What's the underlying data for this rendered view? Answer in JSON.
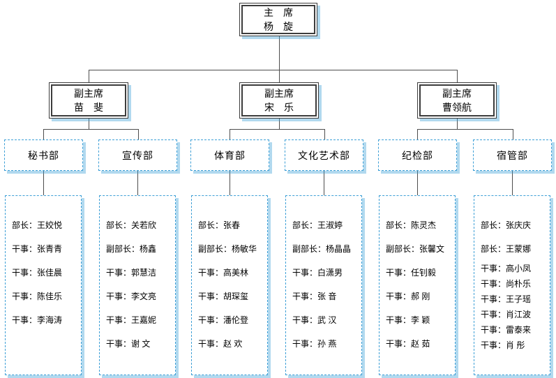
{
  "org": {
    "chairman": {
      "title": "主　席",
      "name": "杨　旋"
    },
    "vices": [
      {
        "title": "副主席",
        "name": "苗　斐"
      },
      {
        "title": "副主席",
        "name": "宋　乐"
      },
      {
        "title": "副主席",
        "name": "曹领航"
      }
    ],
    "departments": [
      {
        "name": "秘书部",
        "members": [
          "部长：王姣悦",
          "干事：张青青",
          "干事：张佳晨",
          "干事：陈佳乐",
          "干事：李海涛"
        ]
      },
      {
        "name": "宣传部",
        "members": [
          "部长：关若欣",
          "副部长：杨鑫",
          "干事：郭慧洁",
          "干事：李文亮",
          "干事：王嘉妮",
          "干事：谢 文"
        ]
      },
      {
        "name": "体育部",
        "members": [
          "部长：张春",
          "副部长：杨敏华",
          "干事：高美林",
          "干事：胡琛玺",
          "干事：潘伦登",
          "干事：赵 欢"
        ]
      },
      {
        "name": "文化艺术部",
        "members": [
          "部长：王淑婷",
          "副部长：杨晶晶",
          "干事：白潇男",
          "干事：张 音",
          "干事：武 汉",
          "干事：孙 燕"
        ]
      },
      {
        "name": "纪检部",
        "members": [
          "部长：陈灵杰",
          "副部长：张馨文",
          "干事：任钊毅",
          "干事：郝 刚",
          "干事：李 颖",
          "干事：赵 茹"
        ]
      },
      {
        "name": "宿管部",
        "members": [
          "部长：张庆庆",
          "部长：王蒙娜",
          "干事：高小凤",
          "干事：尚朴乐",
          "干事：王子瑶",
          "干事：肖江波",
          "干事：雷泰来",
          "干事：肖 彤"
        ]
      }
    ],
    "colors": {
      "node_border": "#3d9fd6",
      "node_shadow": "#9ec9e8",
      "connector": "#4d4d4d",
      "exec_border": "#3c3c3c"
    }
  }
}
